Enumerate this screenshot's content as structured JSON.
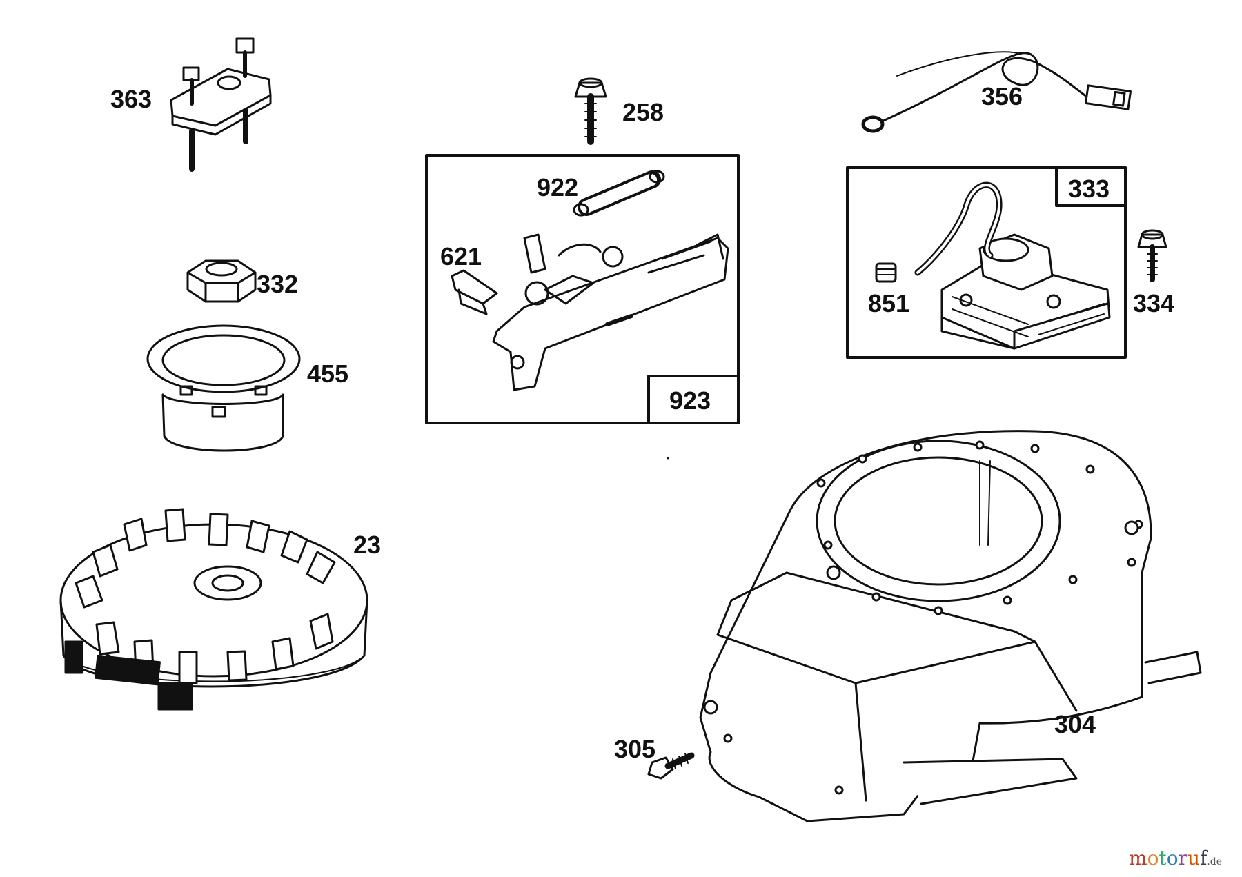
{
  "parts": [
    {
      "ref": "363"
    },
    {
      "ref": "258"
    },
    {
      "ref": "356"
    },
    {
      "ref": "922"
    },
    {
      "ref": "621"
    },
    {
      "ref": "923"
    },
    {
      "ref": "333"
    },
    {
      "ref": "851"
    },
    {
      "ref": "334"
    },
    {
      "ref": "332"
    },
    {
      "ref": "455"
    },
    {
      "ref": "23"
    },
    {
      "ref": "304"
    },
    {
      "ref": "305"
    }
  ],
  "watermark": {
    "name": "motoruf",
    "tld": ".de",
    "colors": {
      "m": "#c0392b",
      "o1": "#e67e22",
      "t": "#27ae60",
      "o2": "#2980b9",
      "r": "#8e44ad",
      "u": "#d35400",
      "f": "#2c3e50"
    }
  },
  "colors": {
    "line": "#111111",
    "paper": "#ffffff"
  }
}
